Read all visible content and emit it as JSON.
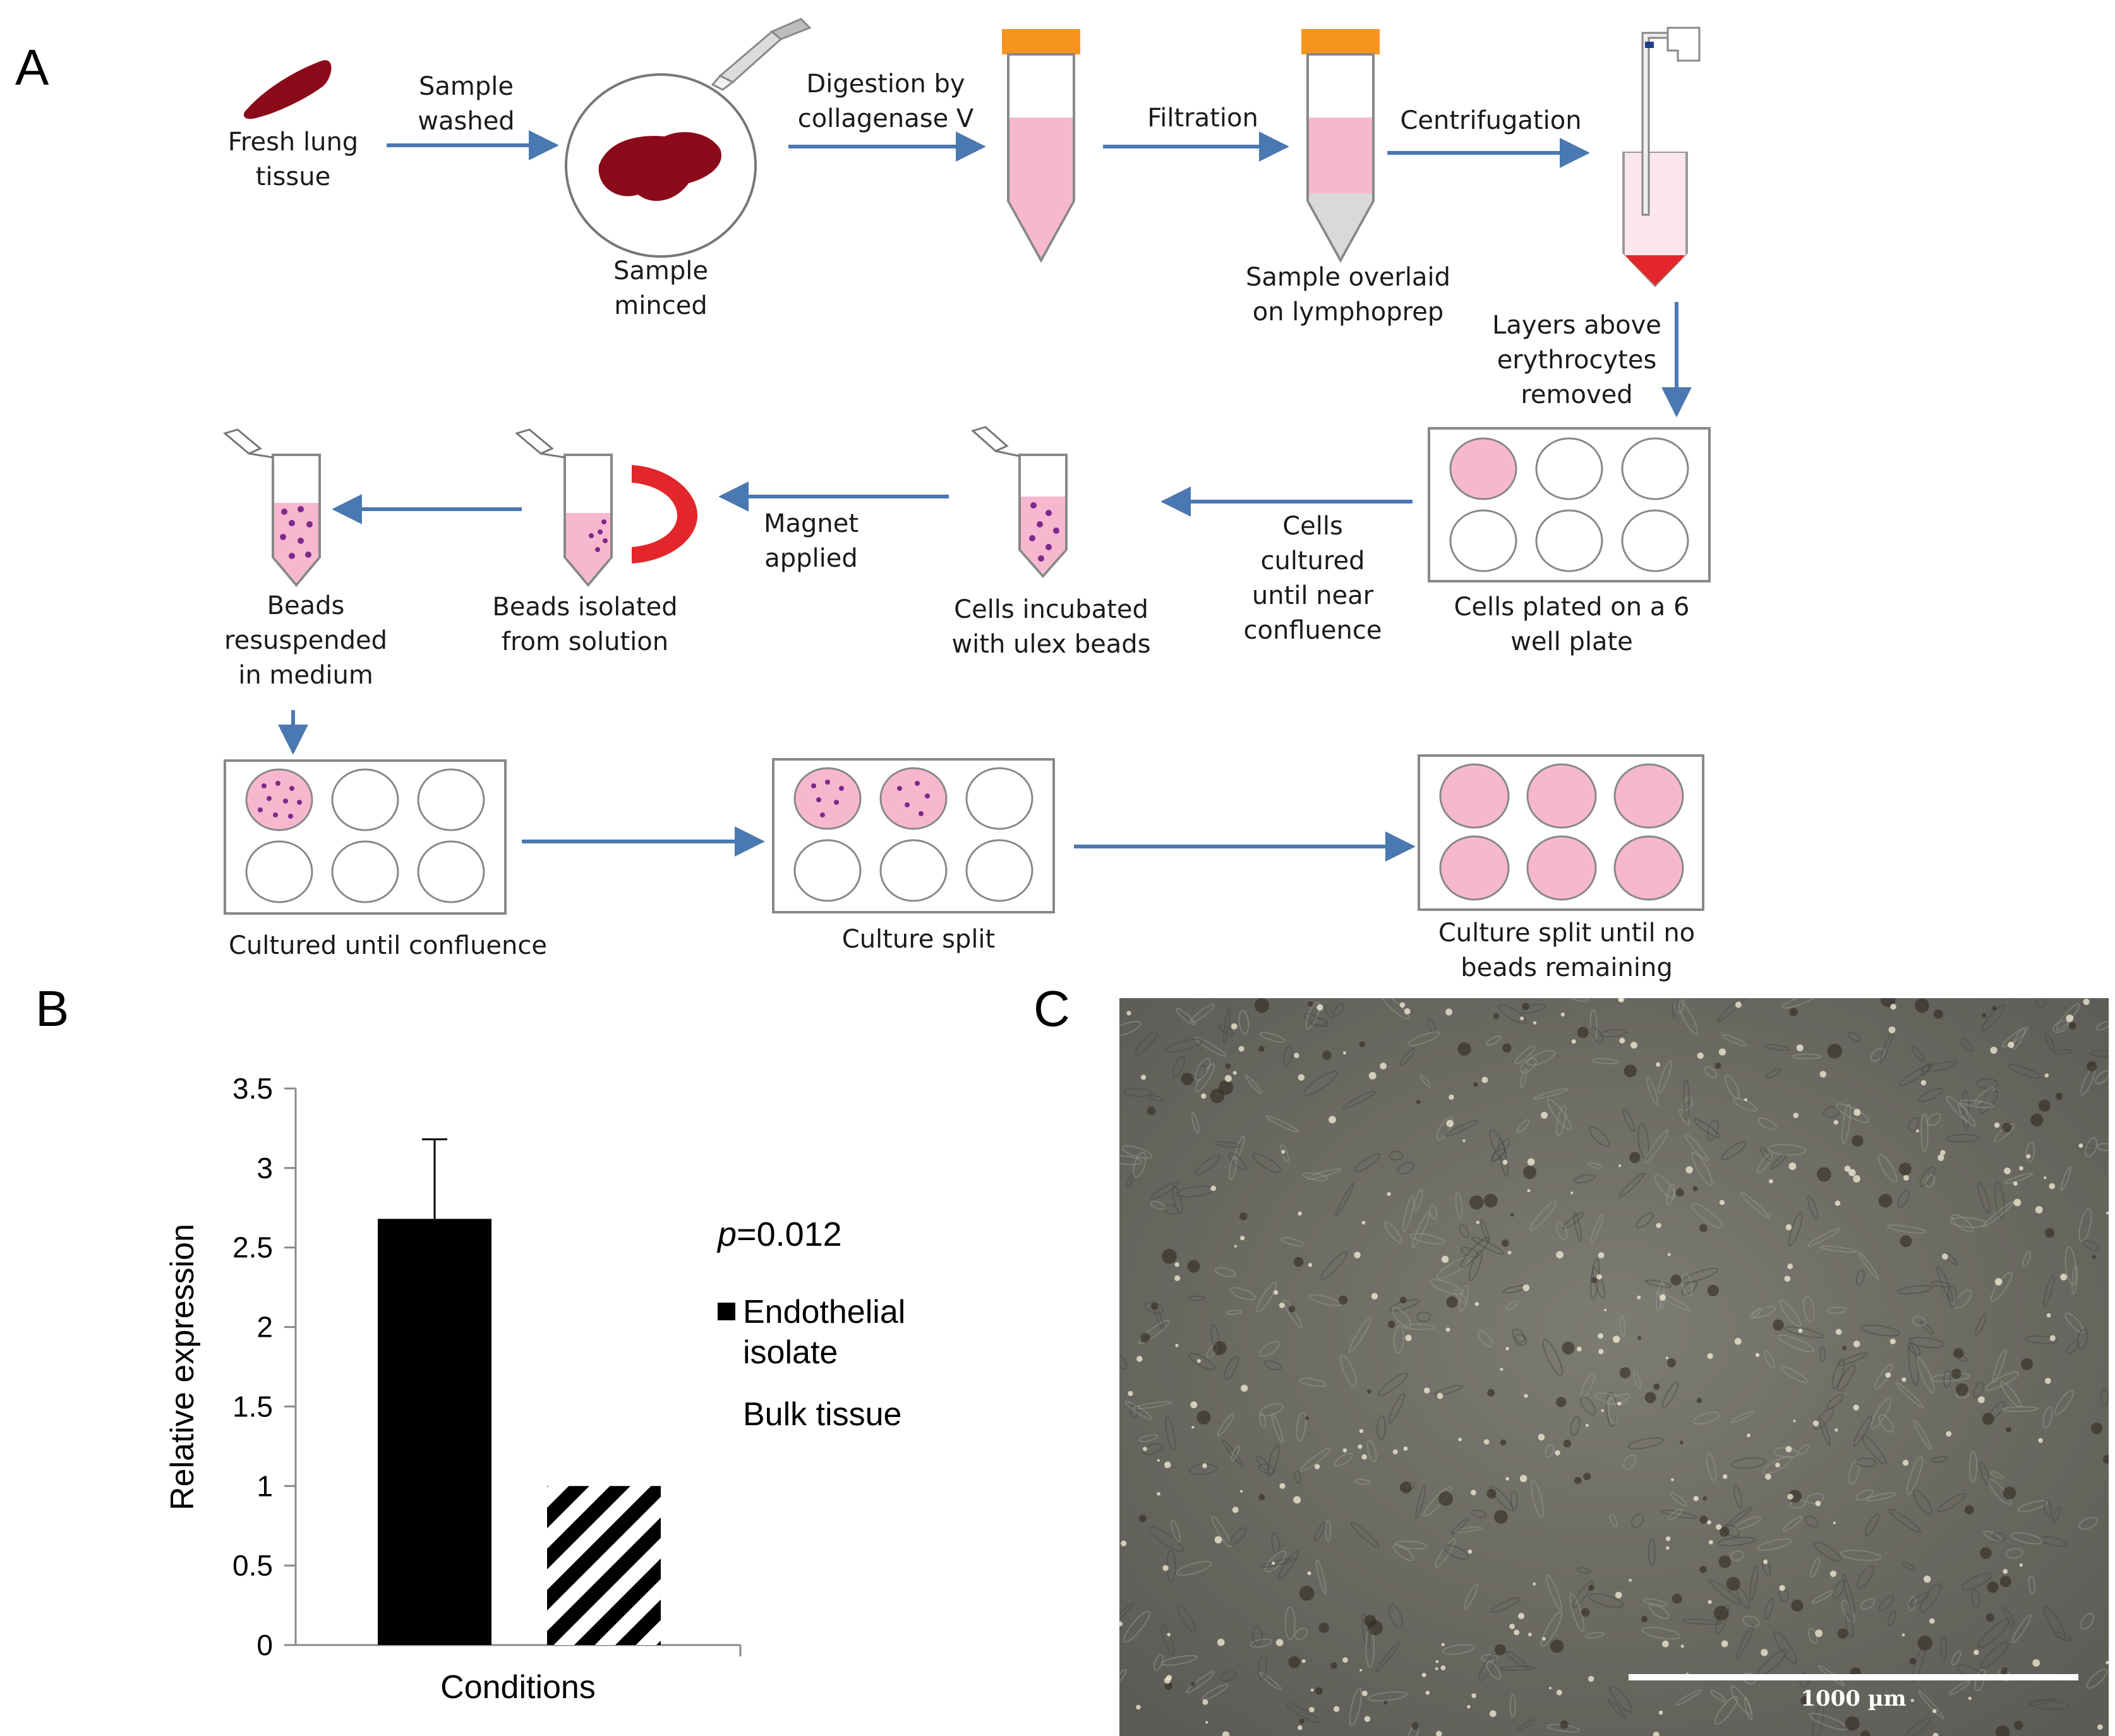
{
  "panel_labels": {
    "a": "A",
    "b": "B",
    "c": "C"
  },
  "workflow": {
    "fresh_tissue": [
      "Fresh lung",
      "tissue"
    ],
    "sample_washed": [
      "Sample",
      "washed"
    ],
    "sample_minced": [
      "Sample",
      "minced"
    ],
    "digestion": [
      "Digestion by",
      "collagenase V"
    ],
    "filtration": [
      "Filtration"
    ],
    "centrifugation": [
      "Centrifugation"
    ],
    "overlaid": [
      "Sample overlaid",
      "on lymphoprep"
    ],
    "layers_removed": [
      "Layers above",
      "erythrocytes",
      "removed"
    ],
    "plated": [
      "Cells plated on a 6",
      "well plate"
    ],
    "cultured_near": [
      "Cells",
      "cultured",
      "until near",
      "confluence"
    ],
    "incubated": [
      "Cells incubated",
      "with ulex beads"
    ],
    "magnet": [
      "Magnet",
      "applied"
    ],
    "beads_isolated": [
      "Beads isolated",
      "from solution"
    ],
    "beads_resuspended": [
      "Beads",
      "resuspended",
      "in medium"
    ],
    "cultured_confluence": [
      "Cultured until confluence"
    ],
    "culture_split": [
      "Culture split"
    ],
    "split_until": [
      "Culture split until no",
      "beads remaining"
    ]
  },
  "colors": {
    "tissue": "#8b0a1a",
    "pink": "#f7b8cf",
    "light_pink": "#fde6ee",
    "arrow": "#4a78b0",
    "cap_orange": "#f7941d",
    "magnet_red": "#e3262b",
    "bead_purple": "#7a2a8c",
    "bar_black": "#000000"
  },
  "chart_data": {
    "type": "bar",
    "categories": [
      "Conditions"
    ],
    "series": [
      {
        "name": "Endothelial isolate",
        "values": [
          2.68
        ],
        "error": [
          0.5
        ],
        "fill": "solid-black"
      },
      {
        "name": "Bulk tissue",
        "values": [
          1.0
        ],
        "fill": "diagonal-stripes"
      }
    ],
    "xlabel": "Conditions",
    "ylabel": "Relative expression",
    "ylim": [
      0,
      3.5
    ],
    "yticks": [
      "0",
      "0.5",
      "1",
      "1.5",
      "2",
      "2.5",
      "3",
      "3.5"
    ],
    "annotation": "=0.012",
    "annotation_italic": "p",
    "legend_labels": [
      [
        "Endothelial",
        "isolate"
      ],
      [
        "Bulk tissue"
      ]
    ],
    "legend_position": "right",
    "grid": false
  },
  "micrograph": {
    "scale_bar_label": "1000 µm"
  }
}
